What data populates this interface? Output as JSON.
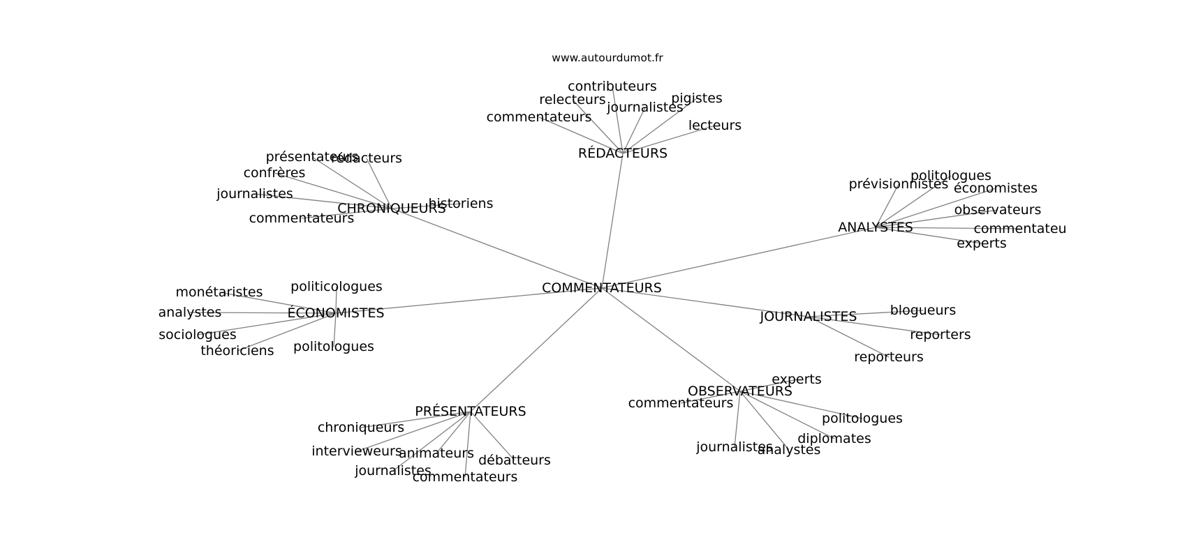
{
  "watermark": "www.autourdumot.fr",
  "graph": {
    "root": "COMMENTATEURS",
    "groups": [
      {
        "id": "redacteurs",
        "label": "RÉDACTEURS",
        "children": [
          "contributeurs",
          "relecteurs",
          "journalistes",
          "pigistes",
          "commentateurs",
          "lecteurs"
        ]
      },
      {
        "id": "chroniqueurs",
        "label": "CHRONIQUEURS",
        "children": [
          "présentateurs",
          "rédacteurs",
          "confrères",
          "journalistes",
          "historiens",
          "commentateurs"
        ]
      },
      {
        "id": "analystes",
        "label": "ANALYSTES",
        "children": [
          "politologues",
          "prévisionnistes",
          "économistes",
          "observateurs",
          "commentateu",
          "experts"
        ]
      },
      {
        "id": "economistes",
        "label": "ÉCONOMISTES",
        "children": [
          "politicologues",
          "monétaristes",
          "analystes",
          "sociologues",
          "théoriciens",
          "politologues"
        ]
      },
      {
        "id": "journalistes",
        "label": "JOURNALISTES",
        "children": [
          "blogueurs",
          "reporters",
          "reporteurs"
        ]
      },
      {
        "id": "observateurs",
        "label": "OBSERVATEURS",
        "children": [
          "experts",
          "commentateurs",
          "politologues",
          "diplomates",
          "journalistes",
          "analystes"
        ]
      },
      {
        "id": "presentateurs",
        "label": "PRÉSENTATEURS",
        "children": [
          "chroniqueurs",
          "intervieweurs",
          "animateurs",
          "débatteurs",
          "journalistes",
          "commentateurs"
        ]
      }
    ]
  }
}
